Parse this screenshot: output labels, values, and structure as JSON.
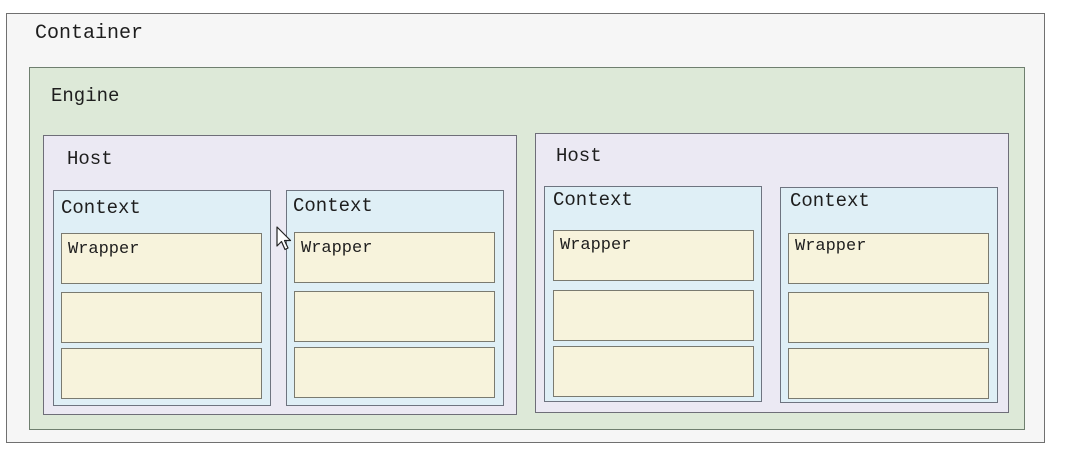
{
  "container": {
    "label": "Container",
    "engine": {
      "label": "Engine",
      "hosts": [
        {
          "label": "Host",
          "contexts": [
            {
              "label": "Context",
              "wrappers": [
                "Wrapper",
                "",
                ""
              ]
            },
            {
              "label": "Context",
              "wrappers": [
                "Wrapper",
                "",
                ""
              ]
            }
          ]
        },
        {
          "label": "Host",
          "contexts": [
            {
              "label": "Context",
              "wrappers": [
                "Wrapper",
                "",
                ""
              ]
            },
            {
              "label": "Context",
              "wrappers": [
                "Wrapper",
                "",
                ""
              ]
            }
          ]
        }
      ]
    }
  },
  "colors": {
    "container_fill": "#f6f6f6",
    "engine_fill": "#dde9d8",
    "host_fill": "#ebe9f3",
    "context_fill": "#dfeff6",
    "wrapper_fill": "#f7f3dc"
  },
  "icons": {
    "cursor": "mouse-pointer-icon"
  }
}
